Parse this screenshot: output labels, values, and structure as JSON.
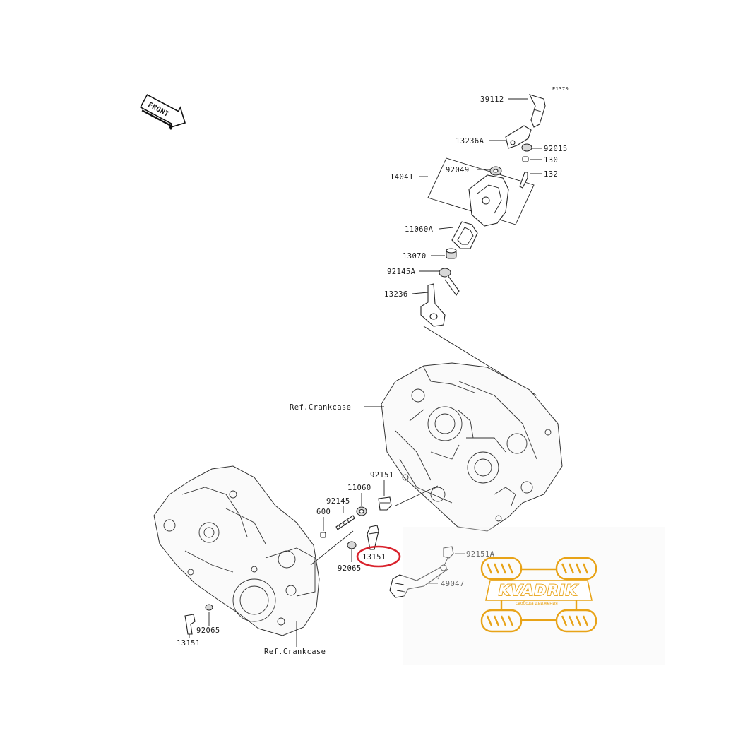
{
  "diagram_code": "E1370",
  "front_label": "FRONT",
  "parts": [
    {
      "id": "p39112",
      "num": "39112"
    },
    {
      "id": "p13236a",
      "num": "13236A"
    },
    {
      "id": "p92015",
      "num": "92015"
    },
    {
      "id": "p130",
      "num": "130"
    },
    {
      "id": "p14041",
      "num": "14041"
    },
    {
      "id": "p92049",
      "num": "92049"
    },
    {
      "id": "p132",
      "num": "132"
    },
    {
      "id": "p11060a",
      "num": "11060A"
    },
    {
      "id": "p13070",
      "num": "13070"
    },
    {
      "id": "p92145a",
      "num": "92145A"
    },
    {
      "id": "p13236",
      "num": "13236"
    },
    {
      "id": "p92151",
      "num": "92151"
    },
    {
      "id": "p11060",
      "num": "11060"
    },
    {
      "id": "p92145",
      "num": "92145"
    },
    {
      "id": "p600",
      "num": "600"
    },
    {
      "id": "p13151_hl",
      "num": "13151"
    },
    {
      "id": "p92065_a",
      "num": "92065"
    },
    {
      "id": "p92151a",
      "num": "92151A"
    },
    {
      "id": "p49047",
      "num": "49047"
    },
    {
      "id": "p92065_b",
      "num": "92065"
    },
    {
      "id": "p13151_b",
      "num": "13151"
    }
  ],
  "references": {
    "crankcase_upper": "Ref.Crankcase",
    "crankcase_lower": "Ref.Crankcase"
  },
  "highlight": {
    "part": "13151",
    "color": "#d9232d"
  },
  "watermark": {
    "brand": "KVADRIK",
    "tagline": "свобода движения",
    "color": "#e8a317"
  }
}
